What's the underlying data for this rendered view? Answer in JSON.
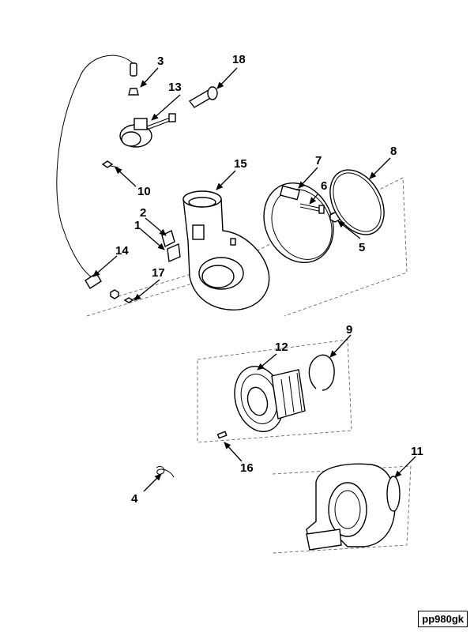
{
  "reference_code": "pp980gk",
  "callouts": {
    "c1": "1",
    "c2": "2",
    "c3": "3",
    "c4": "4",
    "c5": "5",
    "c6": "6",
    "c7": "7",
    "c8": "8",
    "c9": "9",
    "c10": "10",
    "c11": "11",
    "c12": "12",
    "c13": "13",
    "c14": "14",
    "c15": "15",
    "c16": "16",
    "c17": "17",
    "c18": "18"
  }
}
